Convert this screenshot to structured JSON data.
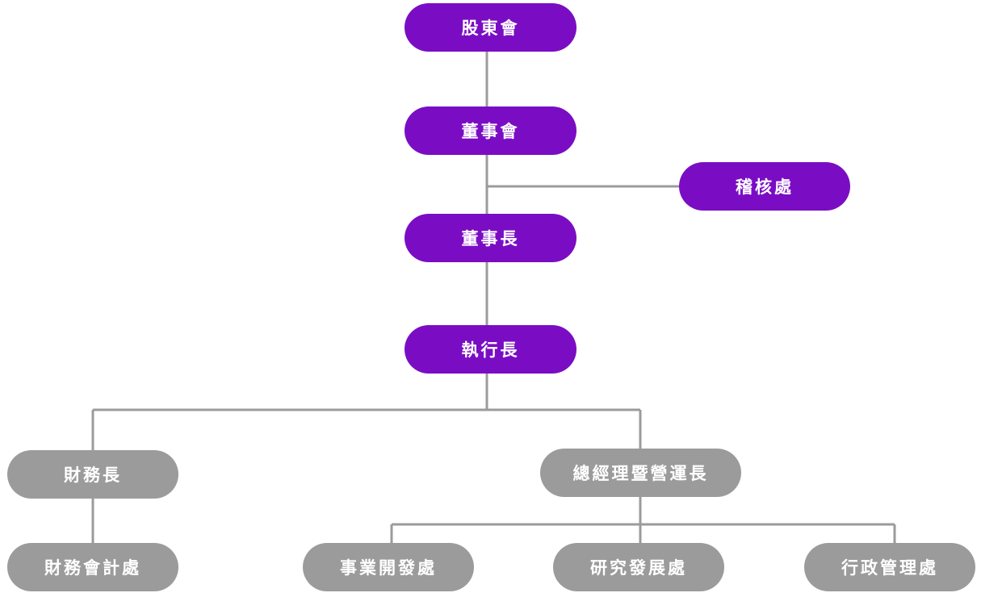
{
  "org_chart": {
    "shareholders": "股東會",
    "board": "董事會",
    "audit": "稽核處",
    "chairman": "董事長",
    "ceo": "執行長",
    "cfo": "財務長",
    "coo": "總經理暨營運長",
    "accounting": "財務會計處",
    "business_dev": "事業開發處",
    "rnd": "研究發展處",
    "admin": "行政管理處"
  },
  "colors": {
    "executive": "#7a0dc4",
    "management": "#9b9b9b",
    "connector": "#9b9b9b"
  }
}
